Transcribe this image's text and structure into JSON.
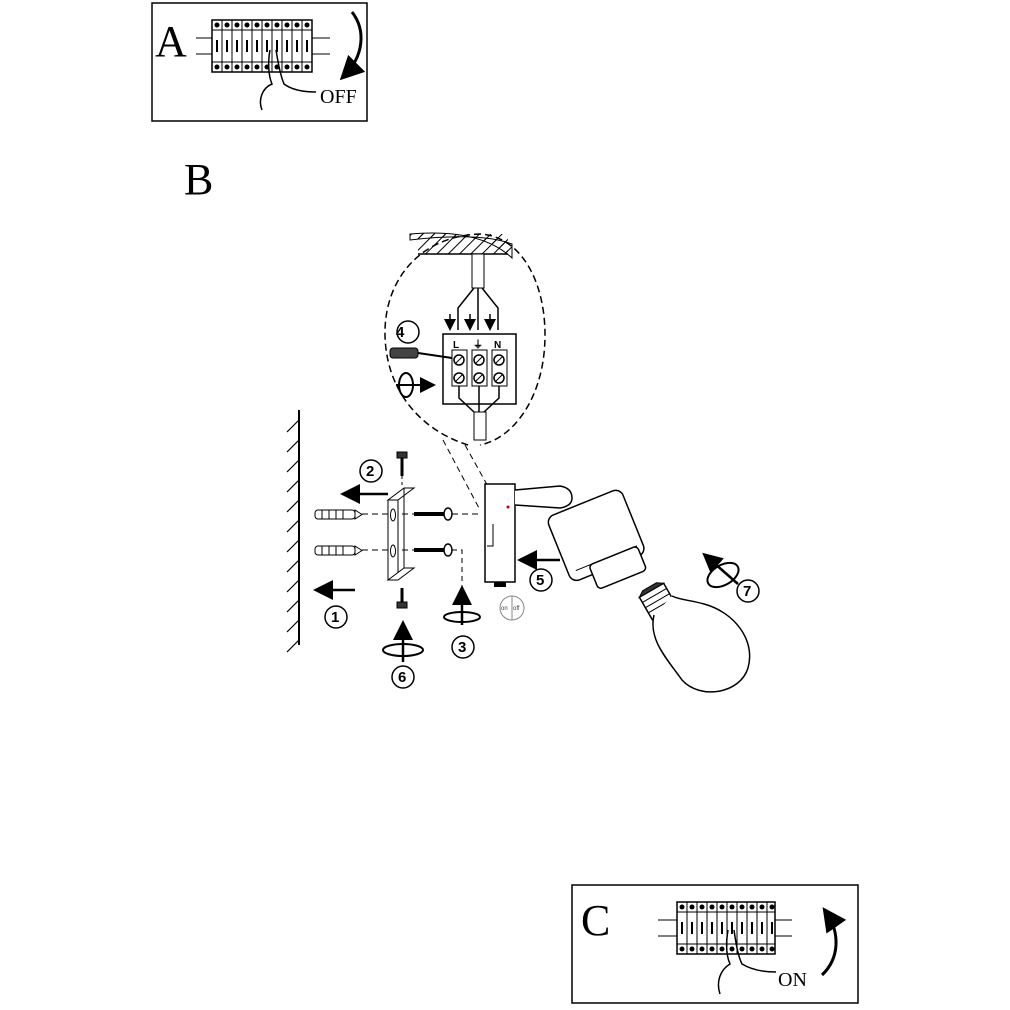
{
  "panels": {
    "a": {
      "letter": "A",
      "switch_label": "OFF"
    },
    "b": {
      "letter": "B"
    },
    "c": {
      "letter": "C",
      "switch_label": "ON"
    }
  },
  "steps": [
    "1",
    "2",
    "3",
    "4",
    "5",
    "6",
    "7"
  ],
  "terminals": [
    "L",
    "⏚",
    "N"
  ],
  "switch_labels": {
    "on": "on",
    "off": "off"
  }
}
